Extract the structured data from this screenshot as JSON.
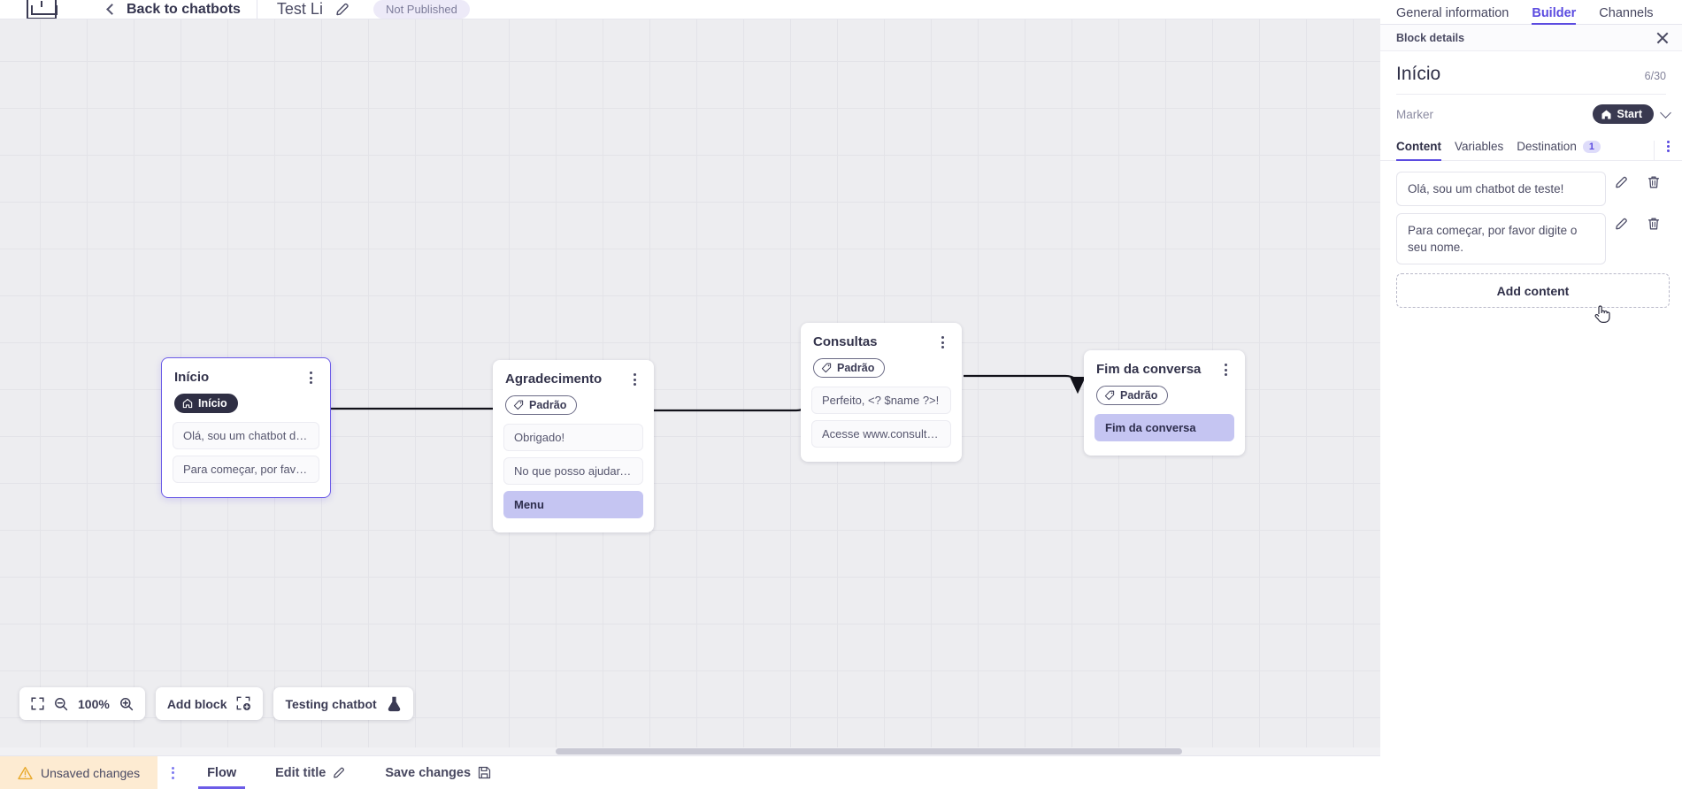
{
  "topbar": {
    "logo_icon": "app-logo-icon",
    "back_chevron_icon": "chevron-left-icon",
    "back_label": "Back to chatbots",
    "bot_title": "Test Li",
    "edit_icon": "pencil-icon",
    "publish_status": "Not Published"
  },
  "canvas": {
    "nodes": [
      {
        "id": "inicio",
        "title": "Início",
        "tag": {
          "label": "Início",
          "style": "dark",
          "icon": "home-icon"
        },
        "selected": true,
        "chips": [
          {
            "text": "Olá, sou um chatbot de teste!",
            "accent": false
          },
          {
            "text": "Para começar, por favor digite o ...",
            "accent": false
          }
        ]
      },
      {
        "id": "agradecimento",
        "title": "Agradecimento",
        "tag": {
          "label": "Padrão",
          "style": "outline",
          "icon": "tag-icon"
        },
        "selected": false,
        "chips": [
          {
            "text": "Obrigado!",
            "accent": false
          },
          {
            "text": "No que posso ajudar, <? $name ...",
            "accent": false
          },
          {
            "text": "Menu",
            "accent": true
          }
        ]
      },
      {
        "id": "consultas",
        "title": "Consultas",
        "tag": {
          "label": "Padrão",
          "style": "outline",
          "icon": "tag-icon"
        },
        "selected": false,
        "chips": [
          {
            "text": "Perfeito, <? $name ?>!",
            "accent": false
          },
          {
            "text": "Acesse www.consultas.com par...",
            "accent": false
          }
        ]
      },
      {
        "id": "fim",
        "title": "Fim da conversa",
        "tag": {
          "label": "Padrão",
          "style": "outline",
          "icon": "tag-icon"
        },
        "selected": false,
        "chips": [
          {
            "text": "Fim da conversa",
            "accent": true
          }
        ]
      }
    ]
  },
  "floating_toolbar": {
    "fit_icon": "fit-screen-icon",
    "zoom_out_icon": "zoom-out-icon",
    "zoom_level": "100%",
    "zoom_in_icon": "zoom-in-icon",
    "add_block_label": "Add block",
    "add_block_icon": "add-block-icon",
    "testing_label": "Testing chatbot",
    "testing_icon": "flask-icon"
  },
  "statusbar": {
    "unsaved_icon": "warning-triangle-icon",
    "unsaved_label": "Unsaved changes",
    "kebab_icon": "kebab-menu-icon",
    "flow_label": "Flow",
    "edit_title_label": "Edit title",
    "edit_title_icon": "pencil-icon",
    "save_label": "Save changes",
    "save_icon": "floppy-disk-icon"
  },
  "panel": {
    "tabs": [
      {
        "label": "General information",
        "active": false
      },
      {
        "label": "Builder",
        "active": true
      },
      {
        "label": "Channels",
        "active": false
      }
    ],
    "subhead_label": "Block details",
    "close_icon": "close-icon",
    "block_title": "Início",
    "block_count": "6/30",
    "marker_label": "Marker",
    "marker_value": "Start",
    "marker_icon": "home-icon",
    "marker_chevron_icon": "chevron-down-icon",
    "content_tabs": [
      {
        "label": "Content",
        "active": true,
        "badge": ""
      },
      {
        "label": "Variables",
        "active": false,
        "badge": ""
      },
      {
        "label": "Destination",
        "active": false,
        "badge": "1"
      }
    ],
    "content_kebab_icon": "kebab-menu-icon",
    "content_items": [
      {
        "text": "Olá, sou um chatbot de teste!",
        "edit_icon": "pencil-icon",
        "delete_icon": "trash-icon"
      },
      {
        "text": "Para começar, por favor digite o seu nome.",
        "edit_icon": "pencil-icon",
        "delete_icon": "trash-icon"
      }
    ],
    "add_content_label": "Add content"
  },
  "colors": {
    "accent": "#5b4be0",
    "chip_accent": "#c5c5f2",
    "dark_badge": "#393950",
    "warning_bg": "#fdebd2",
    "canvas_bg": "#ededf0"
  }
}
